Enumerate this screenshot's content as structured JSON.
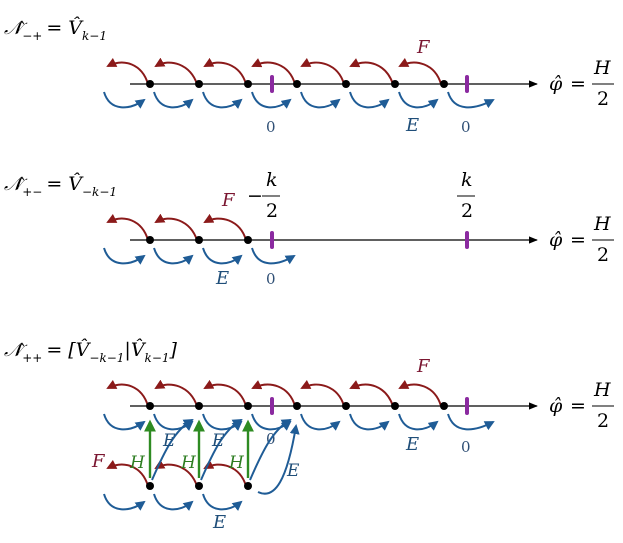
{
  "colors": {
    "axis": "#000000",
    "E_arrow": "#1f5c96",
    "F_arrow": "#8b1a1a",
    "H_arrow": "#2e8b22",
    "tick_mark": "#8b2aa0",
    "E_label": "#1f4e79",
    "F_label": "#7a1530",
    "H_label": "#2e7d22",
    "tick_label": "#2f4f75"
  },
  "labels": {
    "phi": "φ̂",
    "equals": "=",
    "H": "H",
    "two": "2",
    "E": "E",
    "F": "F",
    "zero": "0",
    "k": "k",
    "minus": "−"
  },
  "panels": [
    {
      "id": "minus-plus",
      "name_N": "𝒩̂",
      "name_sub": "−+",
      "rhs": "= V̂",
      "rhs_sub": "k−1",
      "rhs_tail": ""
    },
    {
      "id": "plus-minus",
      "name_N": "𝒩̂",
      "name_sub": "+−",
      "rhs": "= V̂",
      "rhs_sub": "−k−1",
      "rhs_tail": ""
    },
    {
      "id": "plus-plus",
      "name_N": "𝒩̂",
      "name_sub": "++",
      "rhs": "= [V̂",
      "rhs_sub": "−k−1",
      "rhs_mid": "|V̂",
      "rhs_sub2": "k−1",
      "rhs_tail": "]"
    }
  ]
}
